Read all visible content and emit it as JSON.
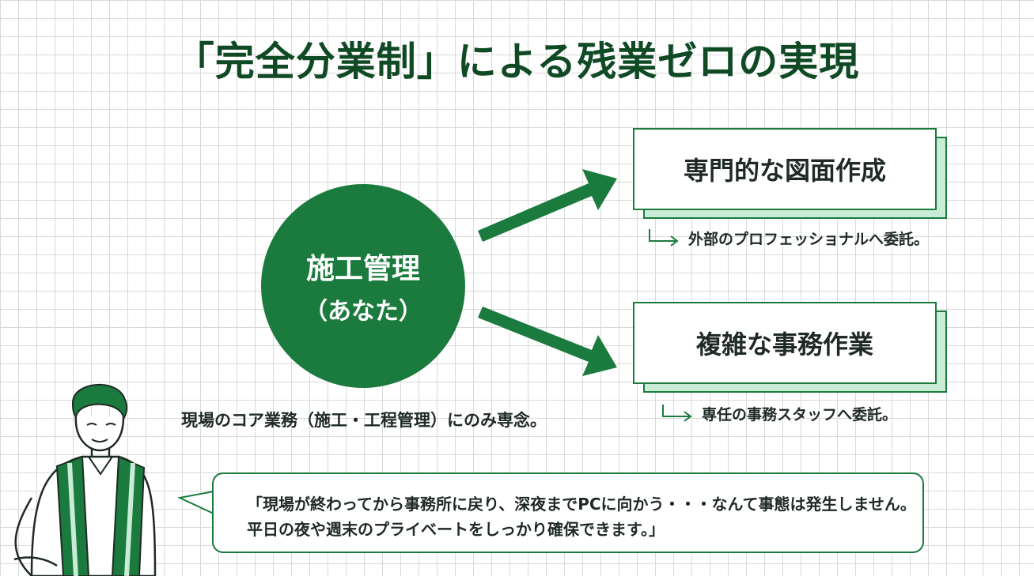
{
  "title": "「完全分業制」による残業ゼロの実現",
  "center": {
    "line1": "施工管理",
    "line2": "（あなた）"
  },
  "boxes": [
    {
      "label": "専門的な図面作成",
      "note": "外部のプロフェッショナルへ委託。"
    },
    {
      "label": "複雑な事務作業",
      "note": "専任の事務スタッフへ委託。"
    }
  ],
  "core_text": "現場のコア業務（施工・工程管理）にのみ専念。",
  "speech": {
    "line1": "「現場が終わってから事務所に戻り、深夜までPCに向かう・・・なんて事態は発生しません。",
    "line2": "平日の夜や週末のプライベートをしっかり確保できます。」"
  },
  "colors": {
    "primary": "#1b7a3d",
    "title": "#0f4a25",
    "accent_light": "#c9ecd7",
    "grid": "#d9d9d9"
  },
  "icons": [
    "arrow-right-icon",
    "corner-arrow-icon",
    "worker-illustration"
  ]
}
